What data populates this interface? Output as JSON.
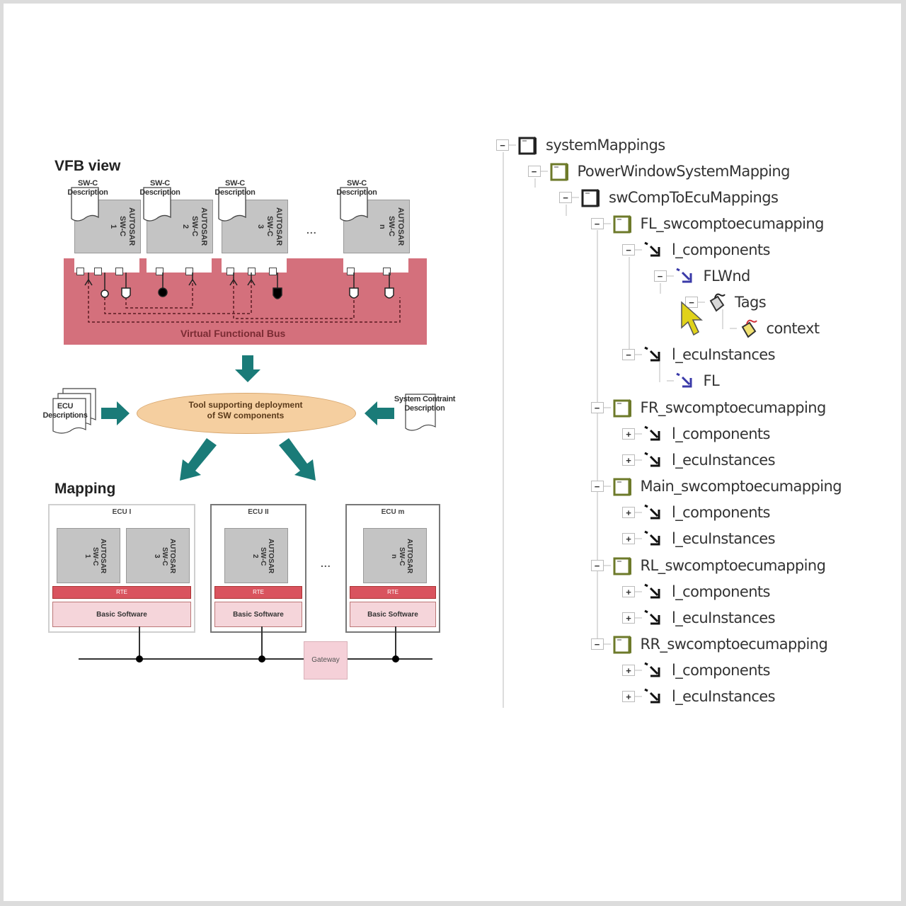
{
  "vfb": {
    "title": "VFB view",
    "doc_label_1": "SW-C",
    "doc_label_2": "Description",
    "components": [
      {
        "label": "AUTOSAR SW-C",
        "index": "1"
      },
      {
        "label": "AUTOSAR SW-C",
        "index": "2"
      },
      {
        "label": "AUTOSAR SW-C",
        "index": "3"
      },
      {
        "label": "AUTOSAR SW-C",
        "index": "n"
      }
    ],
    "ellipsis": "...",
    "bus_label": "Virtual Functional Bus"
  },
  "deployment": {
    "tool_label_line1": "Tool supporting deployment",
    "tool_label_line2": "of SW components",
    "ecu_desc_line1": "ECU",
    "ecu_desc_line2": "Descriptions",
    "constraint_line1": "System Contraint",
    "constraint_line2": "Description",
    "arrow_color": "#1a7b78",
    "ellipse_color": "#f5cfa0"
  },
  "mapping": {
    "title": "Mapping",
    "ecus": [
      {
        "title": "ECU I",
        "components": [
          {
            "label": "AUTOSAR SW-C",
            "index": "1"
          },
          {
            "label": "AUTOSAR SW-C",
            "index": "3"
          }
        ],
        "rte": "RTE",
        "bsw": "Basic Software"
      },
      {
        "title": "ECU II",
        "components": [
          {
            "label": "AUTOSAR SW-C",
            "index": "2"
          }
        ],
        "rte": "RTE",
        "bsw": "Basic Software"
      },
      {
        "title": "ECU m",
        "components": [
          {
            "label": "AUTOSAR SW-C",
            "index": "n"
          }
        ],
        "rte": "RTE",
        "bsw": "Basic Software"
      }
    ],
    "ellipsis": "...",
    "gateway": "Gateway"
  },
  "tree": {
    "nodes": [
      {
        "label": "systemMappings",
        "icon": "package-icon",
        "toggle": "−"
      },
      {
        "label": "PowerWindowSystemMapping",
        "icon": "mapping-icon",
        "toggle": "−"
      },
      {
        "label": "swCompToEcuMappings",
        "icon": "package-icon",
        "toggle": "−"
      },
      {
        "label": "FL_swcomptoecumapping",
        "icon": "mapping-icon",
        "toggle": "−"
      },
      {
        "label": "l_components",
        "icon": "reference-icon",
        "toggle": "−"
      },
      {
        "label": "FLWnd",
        "icon": "reference-icon",
        "toggle": "−"
      },
      {
        "label": "Tags",
        "icon": "tag-icon",
        "toggle": "−"
      },
      {
        "label": "context",
        "icon": "tag-icon",
        "toggle": ""
      },
      {
        "label": "l_ecuInstances",
        "icon": "reference-icon",
        "toggle": "−"
      },
      {
        "label": "FL",
        "icon": "reference-icon",
        "toggle": ""
      },
      {
        "label": "FR_swcomptoecumapping",
        "icon": "mapping-icon",
        "toggle": "−"
      },
      {
        "label": "l_components",
        "icon": "reference-icon",
        "toggle": "+"
      },
      {
        "label": "l_ecuInstances",
        "icon": "reference-icon",
        "toggle": "+"
      },
      {
        "label": "Main_swcomptoecumapping",
        "icon": "mapping-icon",
        "toggle": "−"
      },
      {
        "label": "l_components",
        "icon": "reference-icon",
        "toggle": "+"
      },
      {
        "label": "l_ecuInstances",
        "icon": "reference-icon",
        "toggle": "+"
      },
      {
        "label": "RL_swcomptoecumapping",
        "icon": "mapping-icon",
        "toggle": "−"
      },
      {
        "label": "l_components",
        "icon": "reference-icon",
        "toggle": "+"
      },
      {
        "label": "l_ecuInstances",
        "icon": "reference-icon",
        "toggle": "+"
      },
      {
        "label": "RR_swcomptoecumapping",
        "icon": "mapping-icon",
        "toggle": "−"
      },
      {
        "label": "l_components",
        "icon": "reference-icon",
        "toggle": "+"
      },
      {
        "label": "l_ecuInstances",
        "icon": "reference-icon",
        "toggle": "+"
      }
    ]
  }
}
